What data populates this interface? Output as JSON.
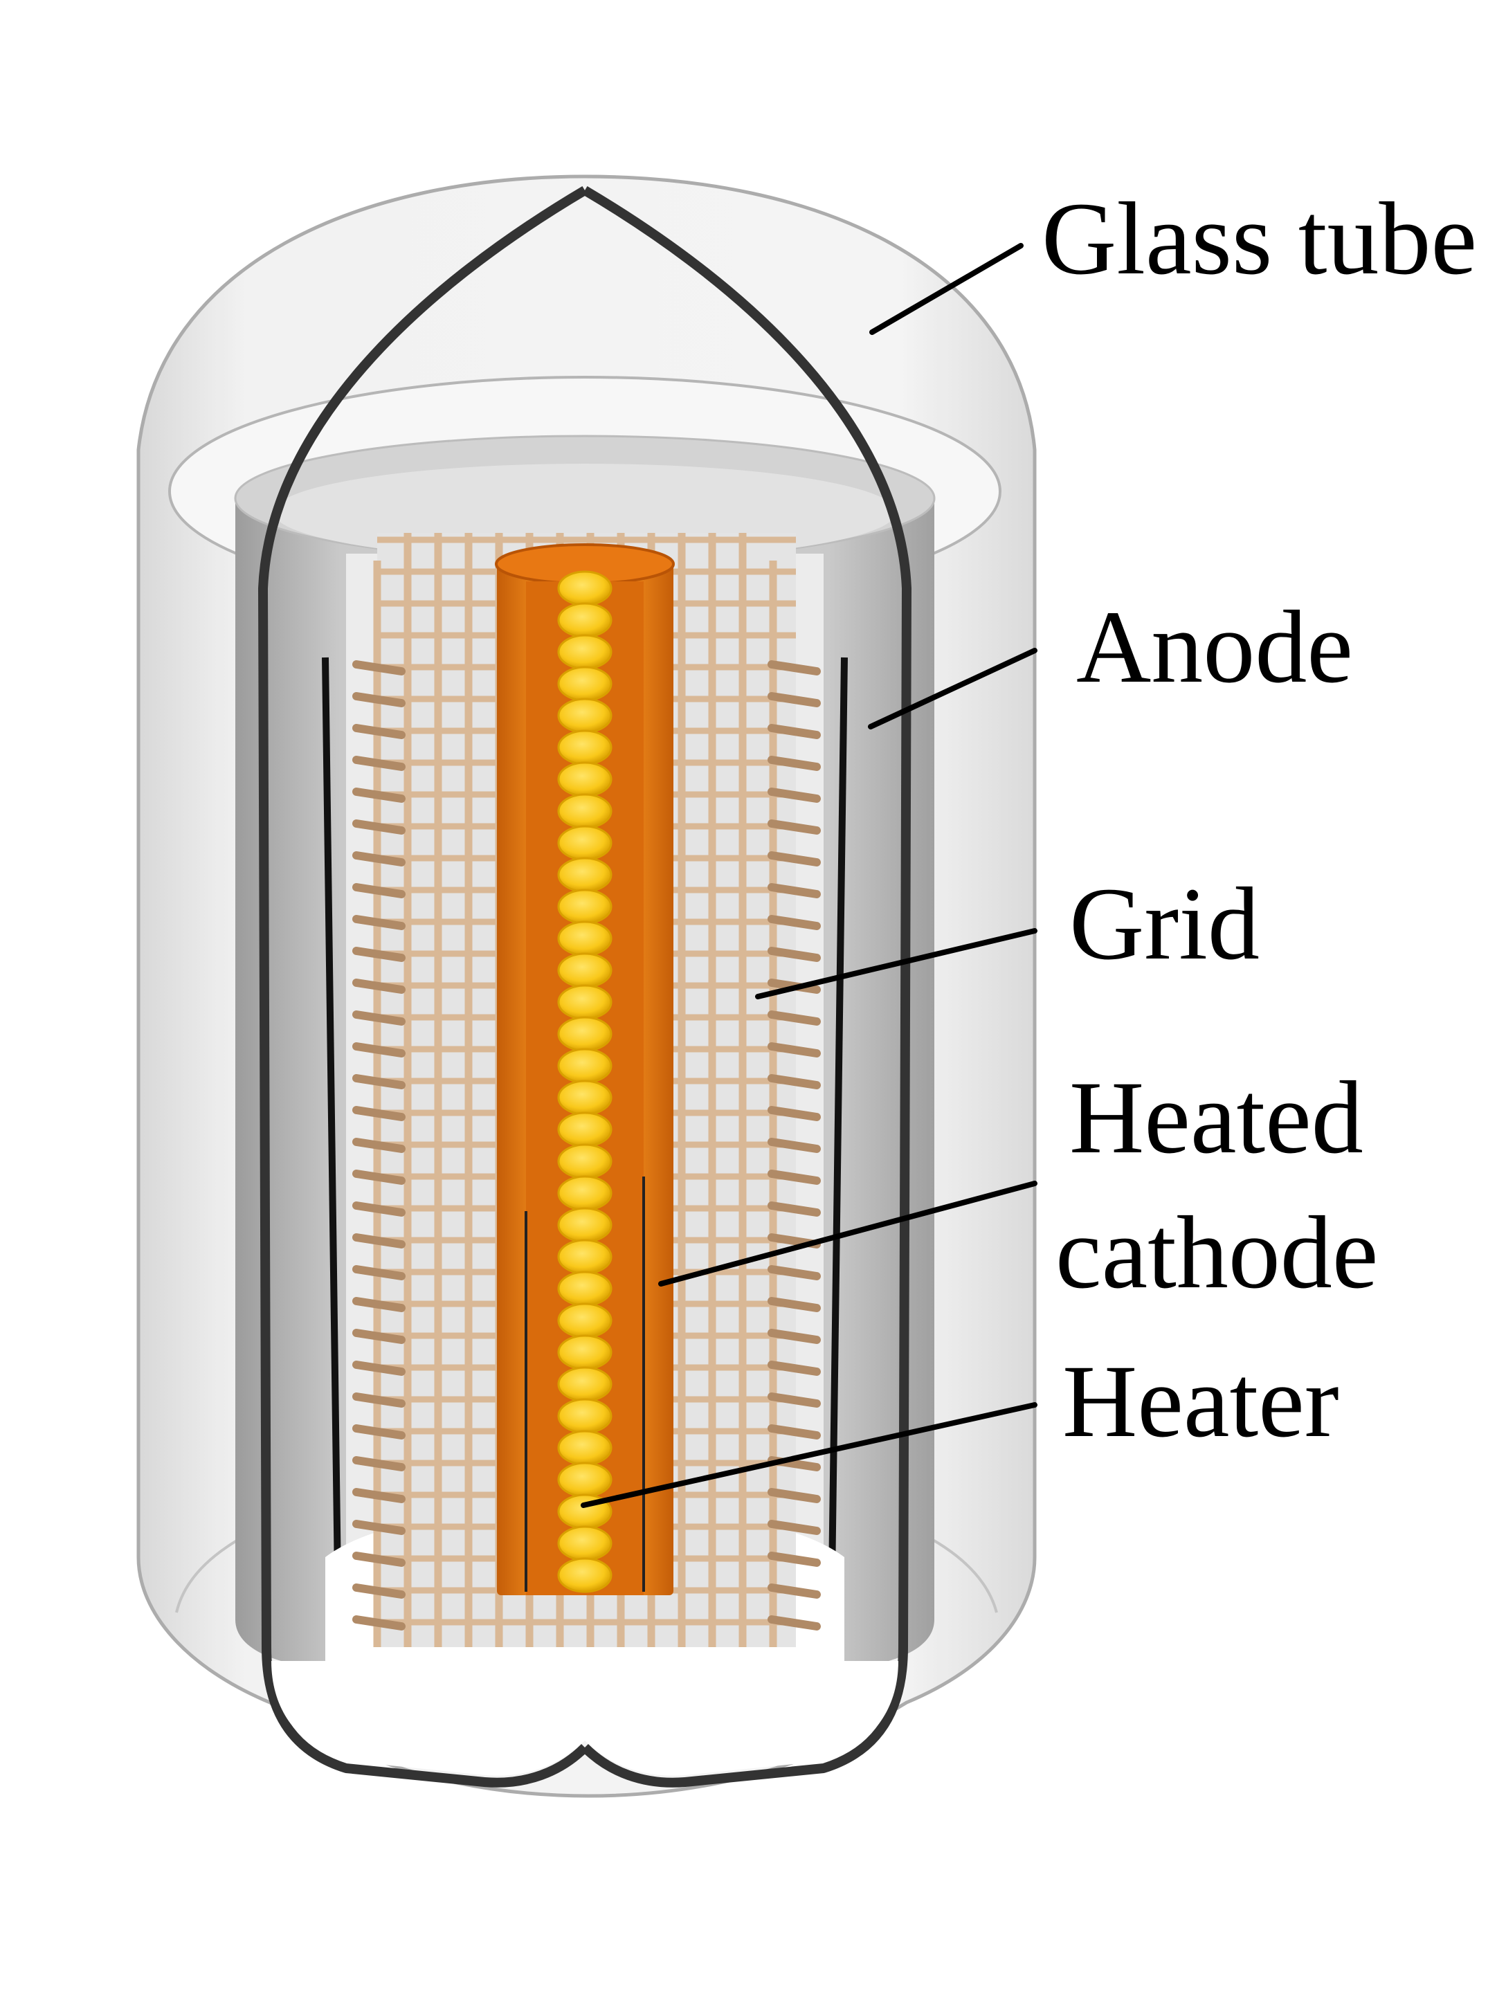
{
  "diagram": {
    "labels": {
      "glass_tube": "Glass tube",
      "anode": "Anode",
      "grid": "Grid",
      "heated_cathode_line1": "Heated",
      "heated_cathode_line2": "cathode",
      "heater": "Heater"
    },
    "colors": {
      "glass_fill": "#eeeeee",
      "glass_edge": "#9a9a9a",
      "cutaway_edge": "#333333",
      "anode": "#c8c8c8",
      "anode_dark": "#a8a8a8",
      "grid_wire": "#d9b896",
      "grid_wire_dark": "#b08a66",
      "cathode": "#f07f14",
      "cathode_dark": "#c45d08",
      "heater": "#f9c81a",
      "heater_dark": "#d9a000",
      "label": "#000000"
    }
  }
}
